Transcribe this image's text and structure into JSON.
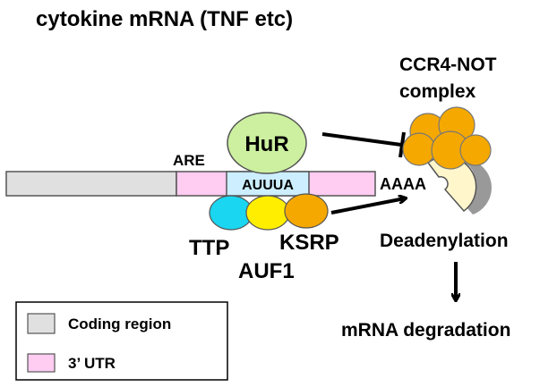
{
  "title": "cytokine mRNA (TNF etc)",
  "labels": {
    "ccr4_line1": "CCR4-NOT",
    "ccr4_line2": "complex",
    "are": "ARE",
    "hur": "HuR",
    "auuua": "AUUUA",
    "aaaa": "AAAA",
    "ttp": "TTP",
    "auf1": "AUF1",
    "ksrp": "KSRP",
    "deadenylation": "Deadenylation",
    "degradation": "mRNA degradation"
  },
  "legend": {
    "items": [
      {
        "label": "Coding region",
        "color": "#e0e0e0"
      },
      {
        "label": "3’ UTR",
        "color": "#ffccf2"
      }
    ]
  },
  "colors": {
    "coding_region": "#e0e0e0",
    "utr": "#ffccf2",
    "are_box": "#cceeff",
    "hur": "#ccf0a0",
    "ttp": "#1ad6f0",
    "auf1": "#ffee00",
    "ksrp": "#f5a800",
    "ccr4": "#f5a800",
    "ccr4_cream": "#fff6cc",
    "ccr4_gray": "#999999"
  }
}
